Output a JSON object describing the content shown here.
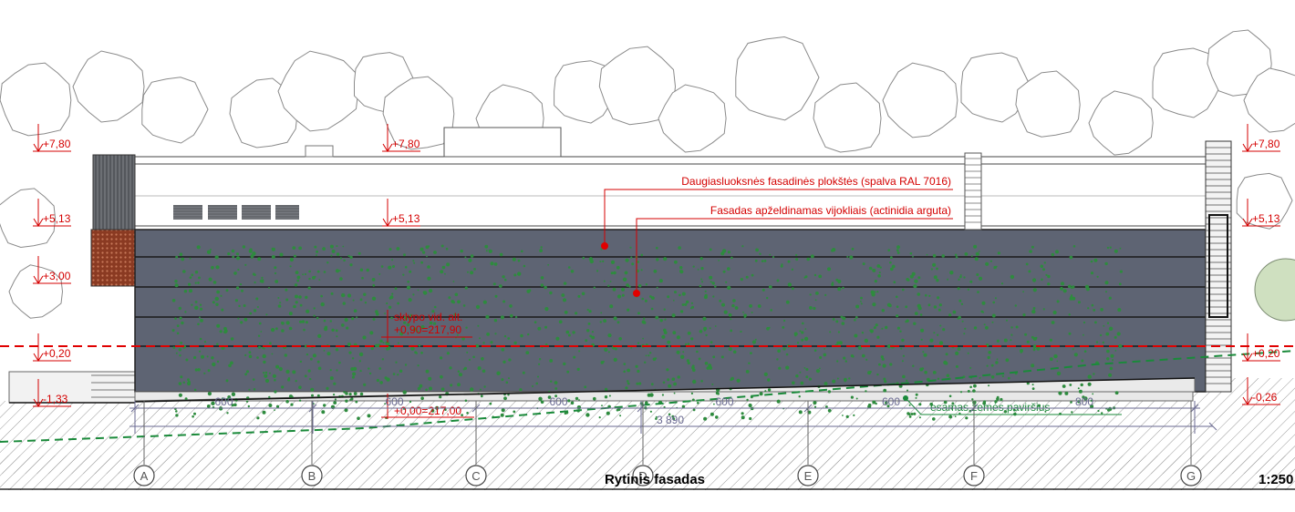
{
  "drawing": {
    "title": "Rytinis fasadas",
    "scale": "1:250",
    "levels_left": [
      "+7,80",
      "+5,13",
      "+3,00",
      "+0,20",
      "-1,33"
    ],
    "levels_center": [
      "+7,80",
      "+5,13"
    ],
    "levels_right": [
      "+7,80",
      "+5,13",
      "+0,20",
      "-0,26"
    ],
    "annotations": {
      "facade_panels": "Daugiasluoksnės fasadinės plokštės (spalva RAL 7016)",
      "greening": "Fasadas apželdinamas vijokliais (actinidia arguta)",
      "site_level_line1": "sklypo vid. alt.",
      "site_level_line2": "+0,90=217,90",
      "zero_level": "+0,00=217,00",
      "ground_surface": "esamas žemės paviršius"
    },
    "dimensions": {
      "spans": [
        "600",
        "600",
        "600",
        "600",
        "600",
        "800"
      ],
      "total": "3 890"
    },
    "axes": [
      "A",
      "B",
      "C",
      "D",
      "E",
      "F",
      "G"
    ],
    "colors": {
      "facade": "#5e6473",
      "annotation_red": "#d40000",
      "ground_line_green": "#1a8a3a",
      "dimension_blue": "#6a6a92"
    }
  }
}
